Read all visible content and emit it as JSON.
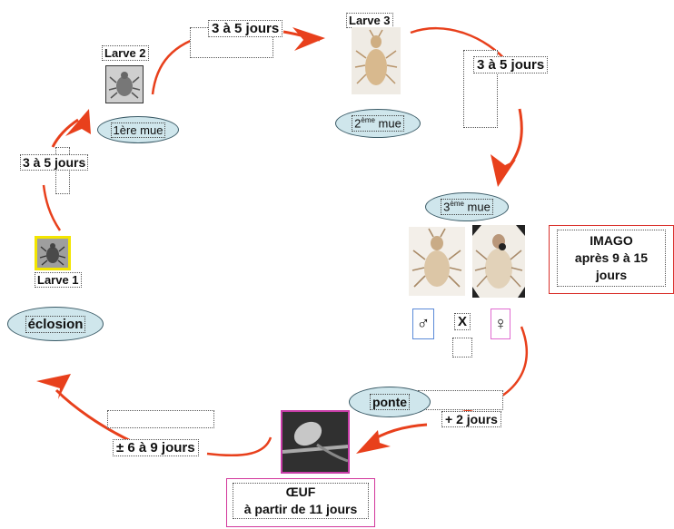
{
  "labels": {
    "larve1": "Larve 1",
    "larve2": "Larve 2",
    "larve3": "Larve 3",
    "duration_top": "3 à 5 jours",
    "duration_right": "3 à 5 jours",
    "duration_left": "3 à 5 jours",
    "duration_egg": "± 6 à 9 jours",
    "duration_ponte": "+ 2 jours",
    "mue1": "1ère mue",
    "mue2_prefix": "2",
    "mue2_sup": "ème",
    "mue2_suffix": " mue",
    "mue3_prefix": "3",
    "mue3_sup": "ème",
    "mue3_suffix": " mue",
    "eclosion": "éclosion",
    "ponte": "ponte",
    "imago_line1": "IMAGO",
    "imago_line2": "après 9 à 15",
    "imago_line3": "jours",
    "oeuf_line1": "ŒUF",
    "oeuf_line2": "à partir de 11 jours",
    "male_symbol": "♂",
    "cross": "X",
    "female_symbol": "♀"
  },
  "colors": {
    "arrow": "#e8401c",
    "ellipse_fill": "#cfe6ec",
    "imago_border": "#d9302b",
    "oeuf_border": "#d2379b",
    "larve1_frame": "#f3e500",
    "male_border": "#5a8ad8",
    "female_border": "#e06ad0"
  }
}
